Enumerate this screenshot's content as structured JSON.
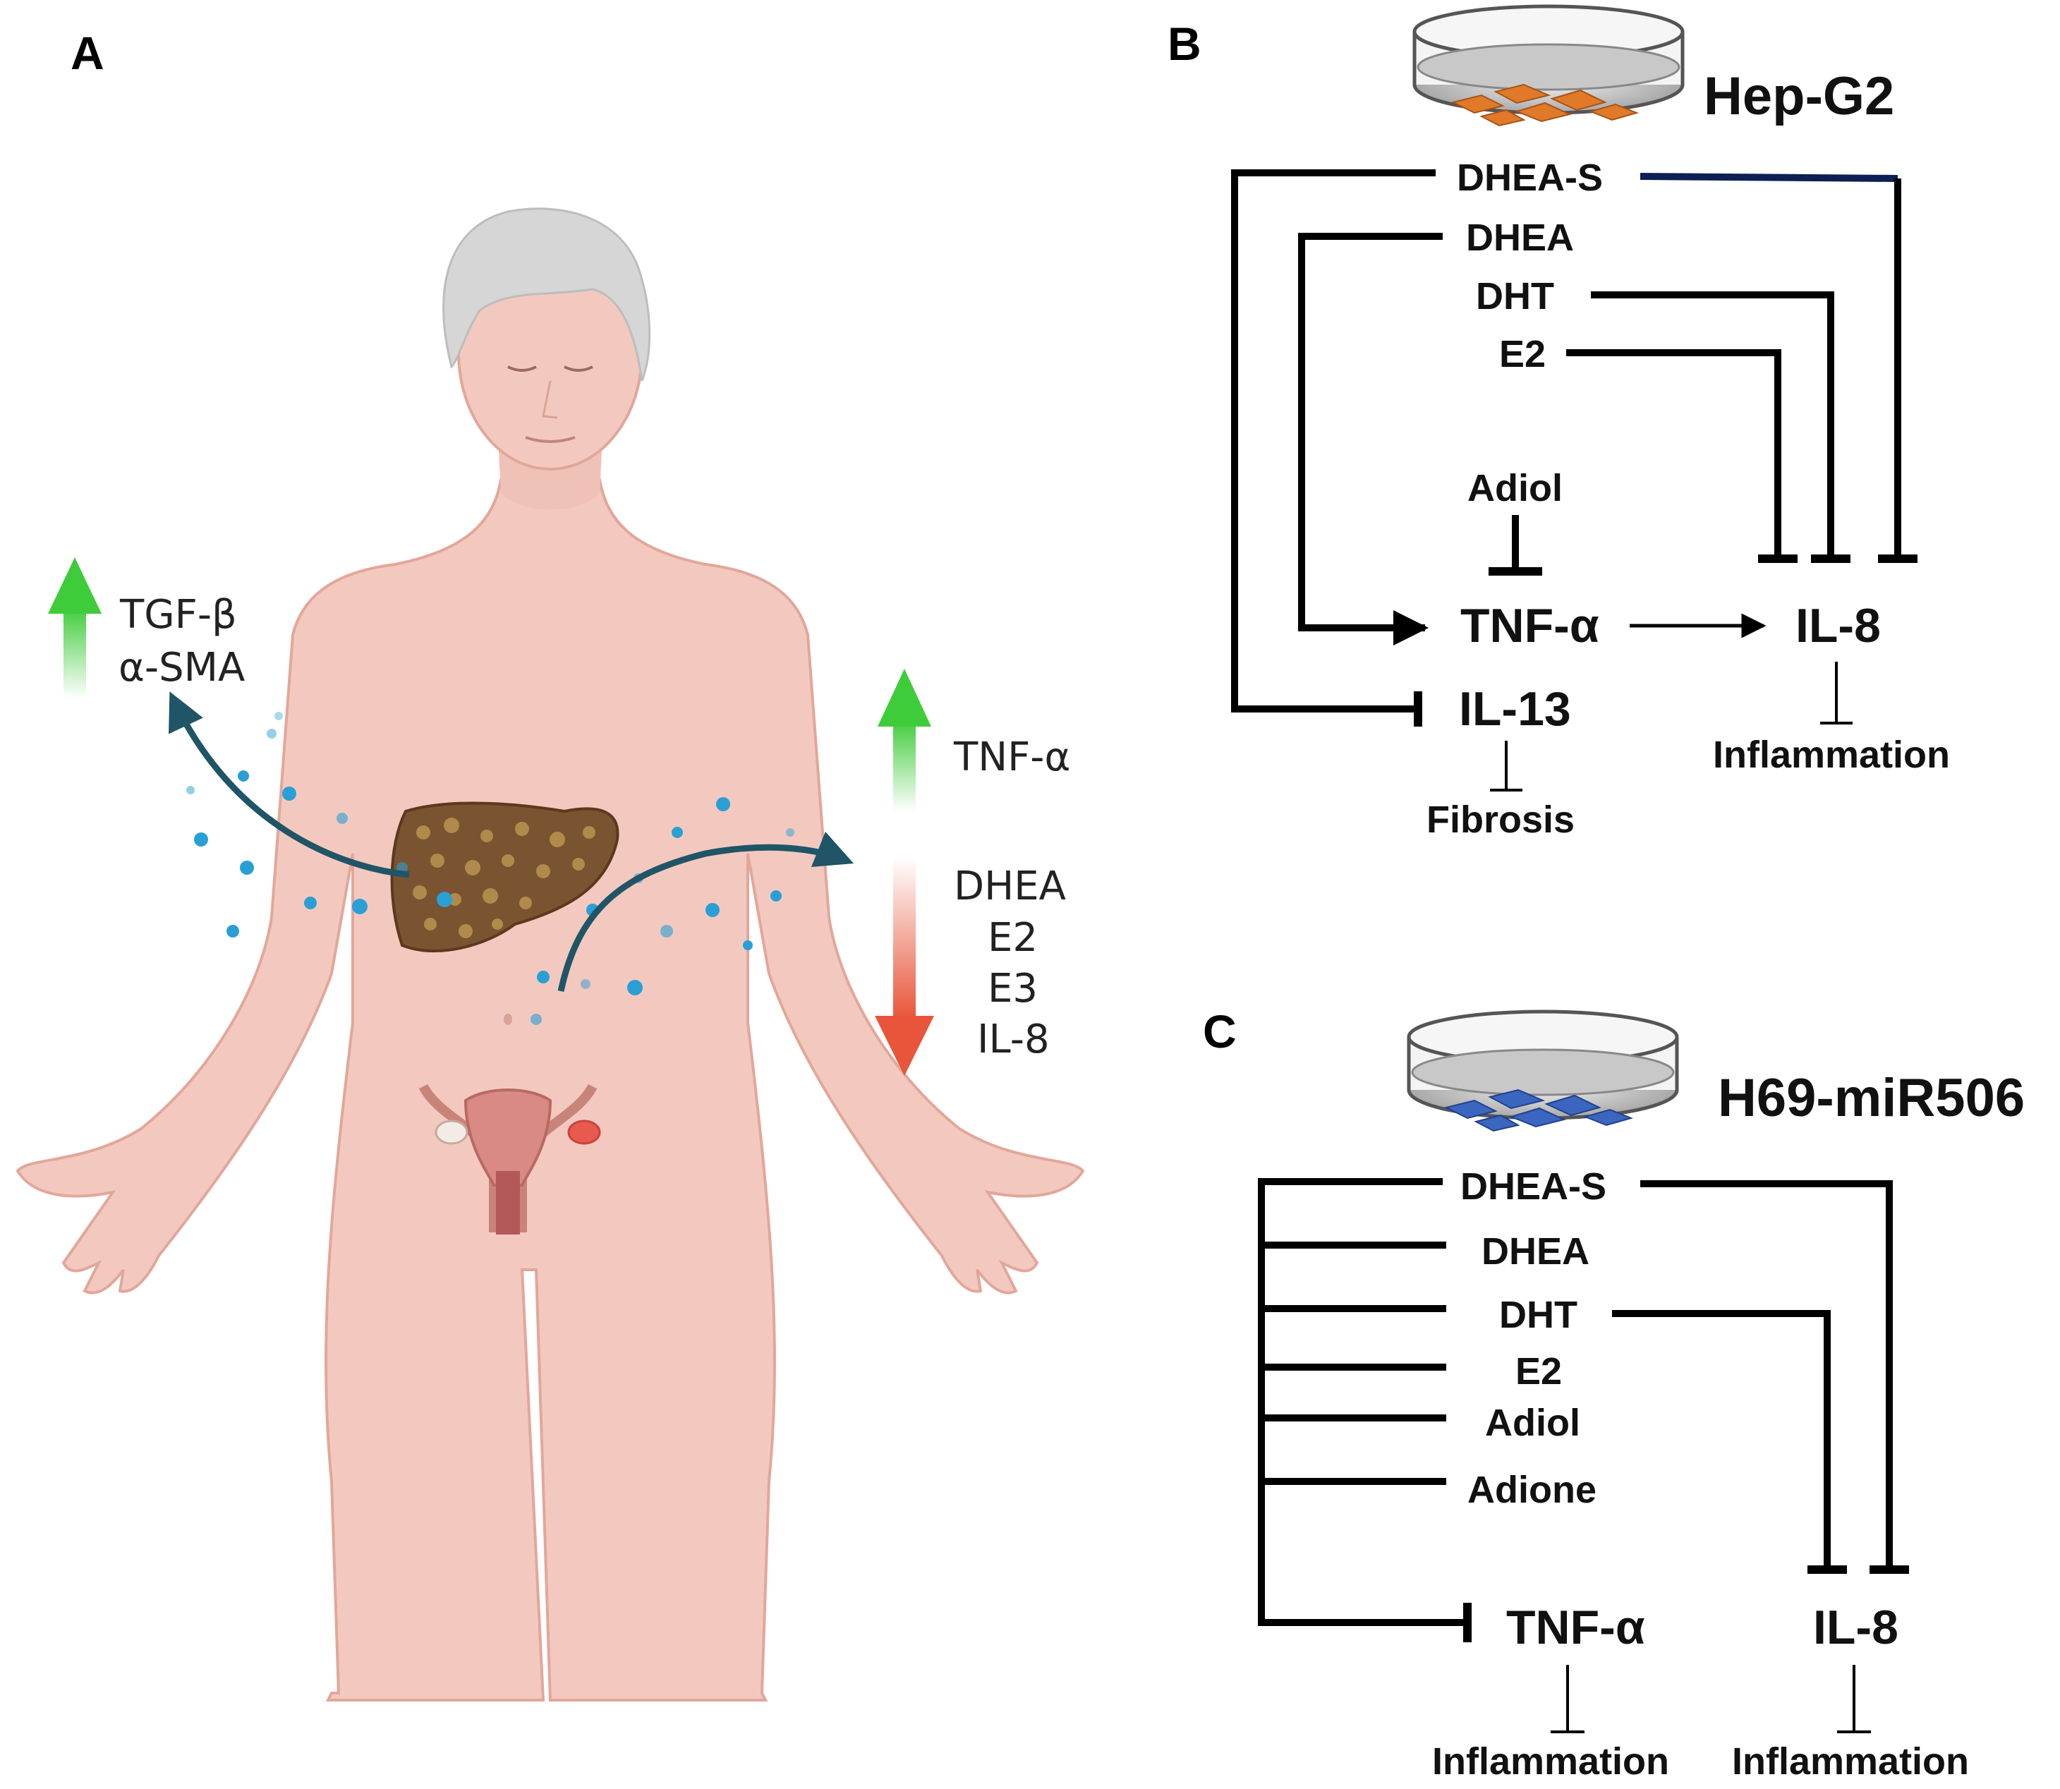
{
  "panels": {
    "a": {
      "label": "A",
      "up_left": [
        "TGF-β",
        "α-SMA"
      ],
      "up_right": [
        "TNF-α"
      ],
      "down_right": [
        "DHEA",
        "E2",
        "E3",
        "IL-8"
      ]
    },
    "b": {
      "label": "B",
      "cell_line": "Hep-G2",
      "nodes": {
        "dhea_s": "DHEA-S",
        "dhea": "DHEA",
        "dht": "DHT",
        "e2": "E2",
        "adiol": "Adiol",
        "tnf": "TNF-α",
        "il8": "IL-8",
        "il13": "IL-13",
        "inflammation": "Inflammation",
        "fibrosis": "Fibrosis"
      }
    },
    "c": {
      "label": "C",
      "cell_line": "H69-miR506",
      "nodes": {
        "dhea_s": "DHEA-S",
        "dhea": "DHEA",
        "dht": "DHT",
        "e2": "E2",
        "adiol": "Adiol",
        "adione": "Adione",
        "tnf": "TNF-α",
        "il8": "IL-8",
        "inflammation_tnf": "Inflammation",
        "inflammation_il8": "Inflammation"
      }
    }
  },
  "colors": {
    "skin": "#f3c9bf",
    "skin_outline": "#e2a79a",
    "hair": "#d6d6d6",
    "liver": "#7a5330",
    "arrow_up": "#3fcc3a",
    "arrow_down": "#e8553a",
    "dots": "#2a9fd6",
    "curve_arrow": "#1f5566",
    "hepg2_cells": "#e07a28",
    "h69_cells": "#3a66c0",
    "dhea_s_line_b": "#0d1f55"
  }
}
